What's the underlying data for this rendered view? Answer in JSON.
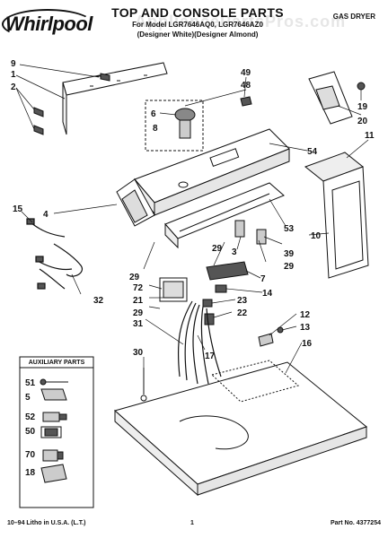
{
  "header": {
    "brand": "Whirlpool",
    "title": "TOP AND CONSOLE PARTS",
    "model_line": "For Model LGR7646AQ0, LGR7646AZ0",
    "variant_line": "(Designer White)(Designer Almond)",
    "product_type": "GAS DRYER",
    "watermark": "AppliancePartsPros.com"
  },
  "aux_parts": {
    "title": "AUXILIARY PARTS",
    "items": [
      "51",
      "5",
      "52",
      "50",
      "70",
      "18"
    ]
  },
  "callouts": {
    "c9": "9",
    "c1": "1",
    "c2": "2",
    "c49": "49",
    "c48": "48",
    "c6": "6",
    "c19": "19",
    "c20": "20",
    "c8": "8",
    "c54": "54",
    "c11": "11",
    "c4": "4",
    "c15": "15",
    "c53": "53",
    "c10": "10",
    "c39": "39",
    "c29a": "29",
    "c3": "3",
    "c29b": "29",
    "c29c": "29",
    "c7": "7",
    "c72": "72",
    "c32": "32",
    "c21": "21",
    "c14": "14",
    "c23": "23",
    "c29d": "29",
    "c22": "22",
    "c31": "31",
    "c12": "12",
    "c13": "13",
    "c16": "16",
    "c30": "30",
    "c17": "17"
  },
  "footer": {
    "left": "10–94 Litho in U.S.A. (L.T.)",
    "page": "1",
    "part_number": "Part No. 4377254"
  }
}
